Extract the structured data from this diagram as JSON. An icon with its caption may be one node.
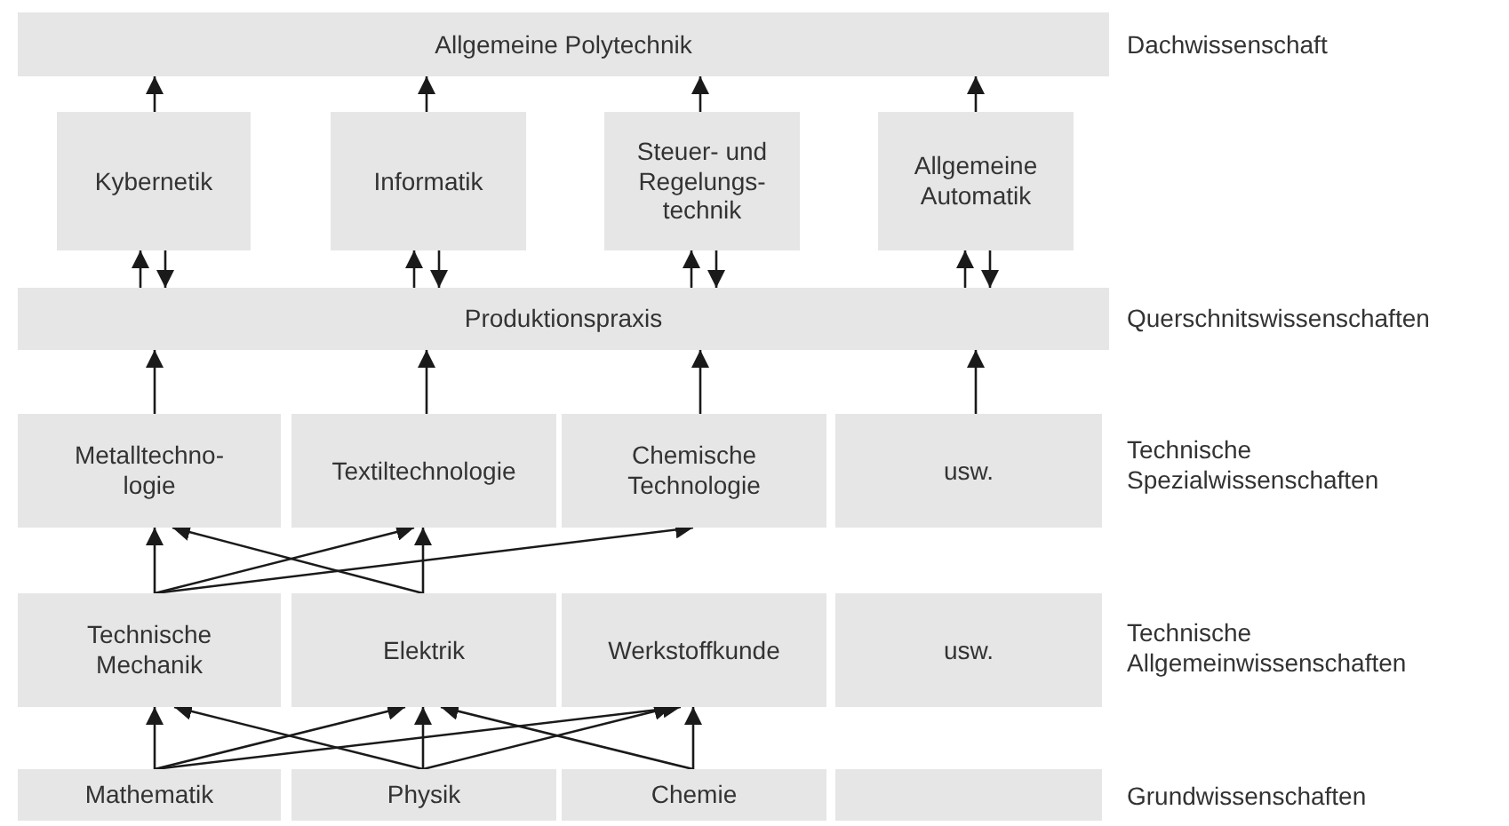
{
  "diagram": {
    "nodes": [
      {
        "text": [
          "Allgemeine Polytechnik"
        ]
      },
      {
        "text": [
          "Kybernetik"
        ]
      },
      {
        "text": [
          "Informatik"
        ]
      },
      {
        "text": [
          "Steuer- und Regelungs- technik"
        ]
      },
      {
        "text": [
          "Allgemeine Automatik"
        ]
      },
      {
        "text": [
          "Produktionspraxis"
        ]
      },
      {
        "text": [
          "Metalltechno- logie"
        ]
      },
      {
        "text": [
          "Textiltechnologie"
        ]
      },
      {
        "text": [
          "Chemische Technologie"
        ]
      },
      {
        "text": [
          "usw."
        ]
      },
      {
        "text": [
          "Technische Mechanik"
        ]
      },
      {
        "text": [
          "Elektrik"
        ]
      },
      {
        "text": [
          "Werkstoffkunde"
        ]
      },
      {
        "text": [
          "usw."
        ]
      },
      {
        "text": [
          "Mathematik"
        ]
      },
      {
        "text": [
          "Physik"
        ]
      },
      {
        "text": [
          "Chemie"
        ]
      },
      {
        "text": [],
        "shape": "box"
      }
    ],
    "edges": [
      {
        "from": 1,
        "to": 0,
        "arrow": "to"
      },
      {
        "from": 2,
        "to": 0,
        "arrow": "to"
      },
      {
        "from": 3,
        "to": 0,
        "arrow": "to"
      },
      {
        "from": 4,
        "to": 0,
        "arrow": "to"
      },
      {
        "from": 5,
        "to": 1,
        "arrow": "to"
      },
      {
        "from": 1,
        "to": 5,
        "arrow": "to"
      },
      {
        "from": 5,
        "to": 2,
        "arrow": "to"
      },
      {
        "from": 2,
        "to": 5,
        "arrow": "to"
      },
      {
        "from": 5,
        "to": 3,
        "arrow": "to"
      },
      {
        "from": 3,
        "to": 5,
        "arrow": "to"
      },
      {
        "from": 5,
        "to": 4,
        "arrow": "to"
      },
      {
        "from": 4,
        "to": 5,
        "arrow": "to"
      },
      {
        "from": 6,
        "to": 5,
        "arrow": "to"
      },
      {
        "from": 7,
        "to": 5,
        "arrow": "to"
      },
      {
        "from": 8,
        "to": 5,
        "arrow": "to"
      },
      {
        "from": 9,
        "to": 5,
        "arrow": "to"
      },
      {
        "from": 10,
        "to": 6,
        "arrow": "to"
      },
      {
        "from": 10,
        "to": 7,
        "arrow": "to"
      },
      {
        "from": 10,
        "to": 8,
        "arrow": "to"
      },
      {
        "from": 11,
        "to": 6,
        "arrow": "to"
      },
      {
        "from": 11,
        "to": 7,
        "arrow": "to"
      },
      {
        "from": 14,
        "to": 10,
        "arrow": "to"
      },
      {
        "from": 14,
        "to": 11,
        "arrow": "to"
      },
      {
        "from": 14,
        "to": 12,
        "arrow": "to"
      },
      {
        "from": 15,
        "to": 10,
        "arrow": "to"
      },
      {
        "from": 15,
        "to": 11,
        "arrow": "to"
      },
      {
        "from": 15,
        "to": 12,
        "arrow": "to"
      },
      {
        "from": 16,
        "to": 11,
        "arrow": "to"
      },
      {
        "from": 16,
        "to": 12,
        "arrow": "to"
      }
    ],
    "labels": [
      "Dachwissenschaft",
      "Querschnitswissenschaften",
      "Technische Spezialwissenschaften",
      "Technische Allgemeinwissenschaften",
      "Grundwissenschaften"
    ]
  }
}
